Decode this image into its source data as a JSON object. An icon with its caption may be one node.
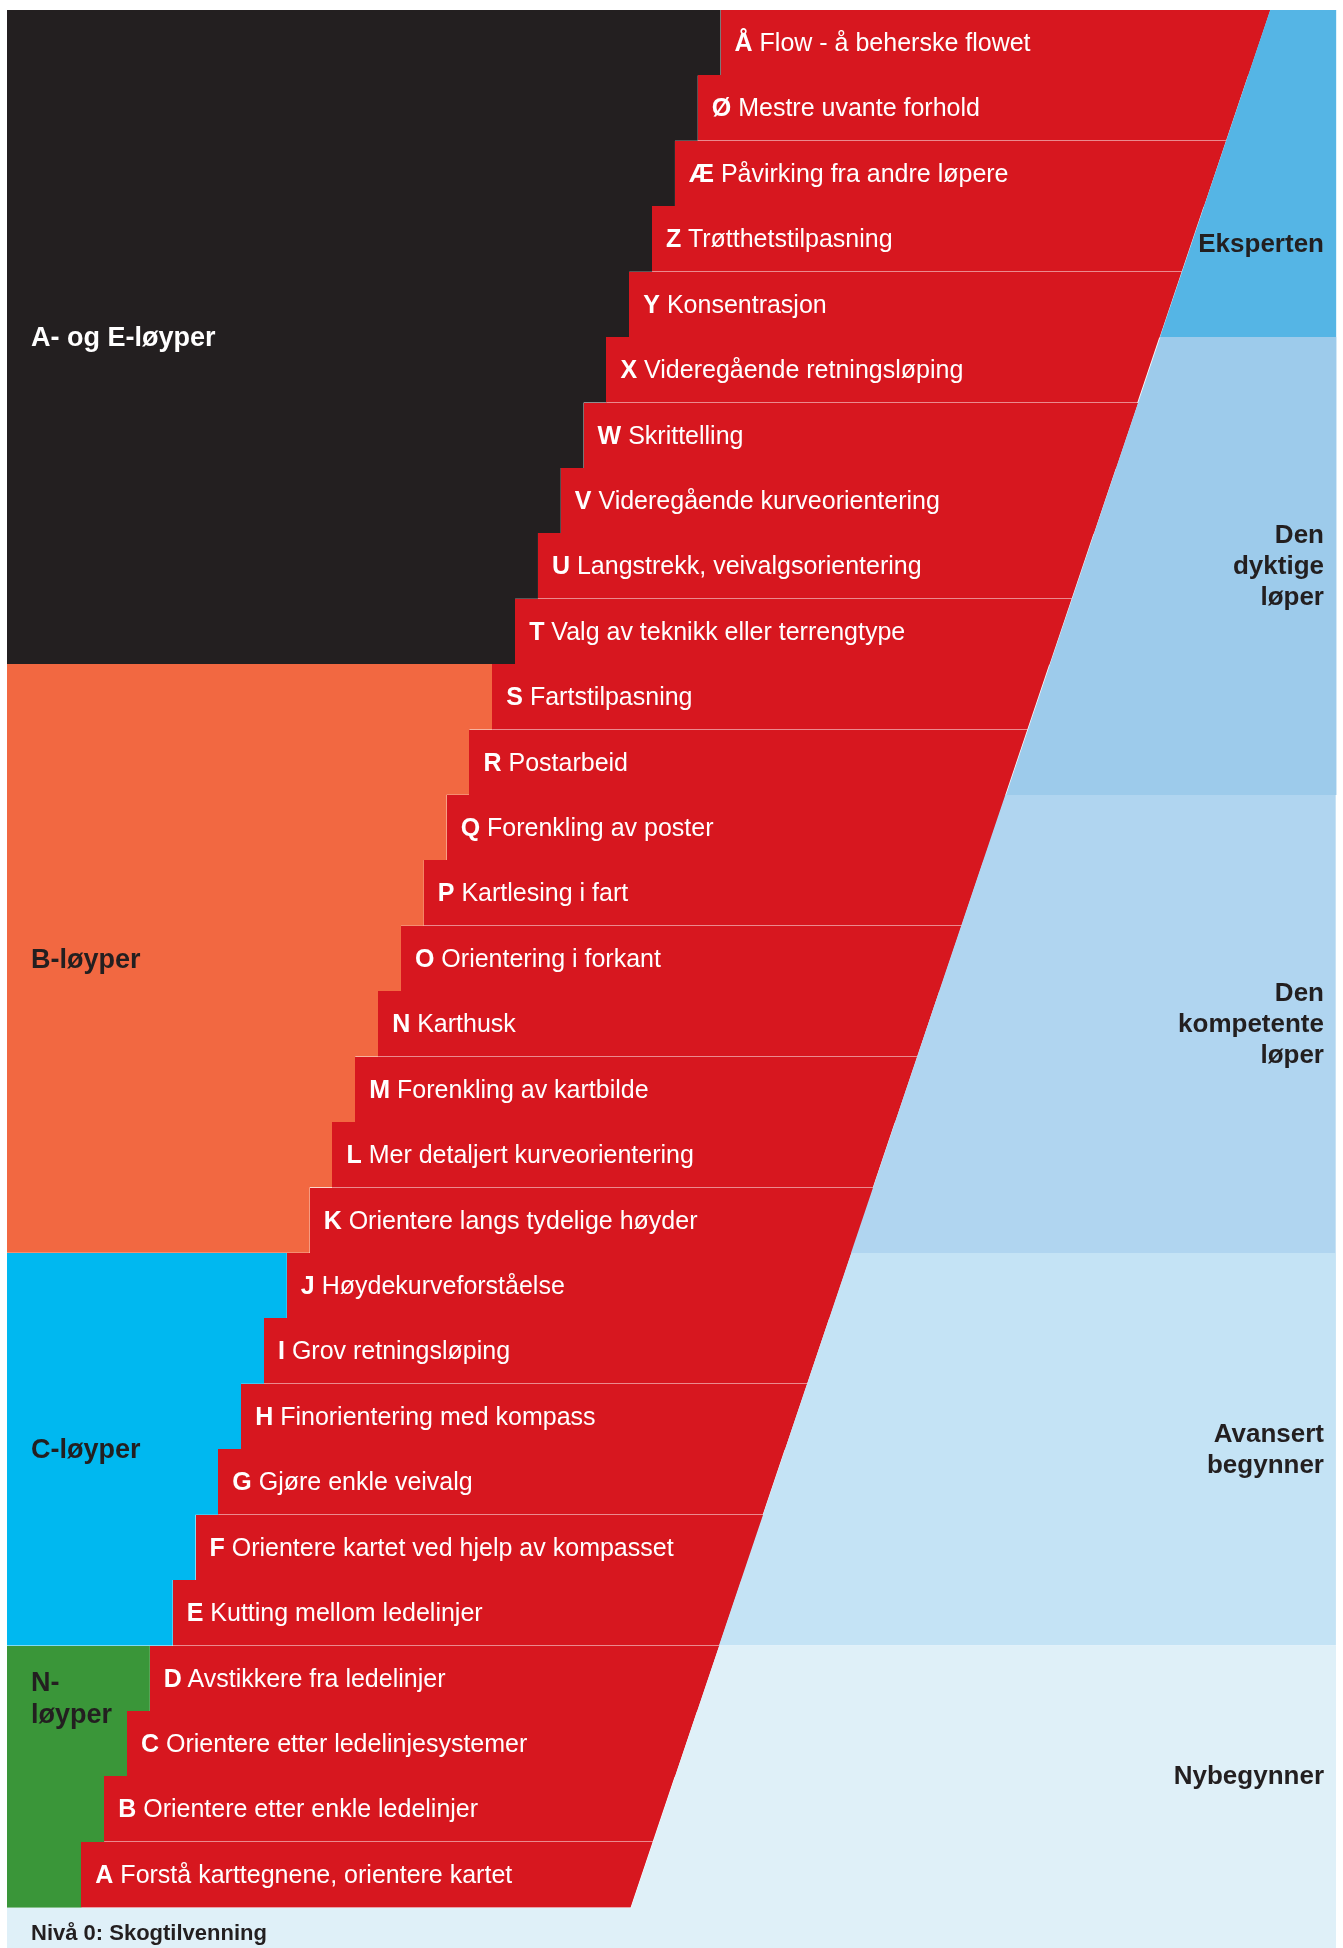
{
  "diagram": {
    "nodes": [
      {
        "text": [
          "A- og E-løyper"
        ]
      },
      {
        "text": [
          "B-løyper"
        ]
      },
      {
        "text": [
          "C-løyper"
        ]
      },
      {
        "text": [
          "N- løyper"
        ]
      },
      {
        "text": [
          "**Å** Flow - å beherske flowet"
        ]
      },
      {
        "text": [
          "**Ø** Mestre uvante forhold"
        ]
      },
      {
        "text": [
          "**Æ** Påvirking fra andre løpere"
        ]
      },
      {
        "text": [
          "**Z** Trøtthetstilpasning"
        ]
      },
      {
        "text": [
          "**Y** Konsentrasjon"
        ]
      },
      {
        "text": [
          "**X** Videregående retningsløping"
        ]
      },
      {
        "text": [
          "**W** Skrittelling"
        ]
      },
      {
        "text": [
          "**V** Videregående kurveorientering"
        ]
      },
      {
        "text": [
          "**U** Langstrekk, veivalgsorientering"
        ]
      },
      {
        "text": [
          "**T** Valg av teknikk eller terrengtype"
        ]
      },
      {
        "text": [
          "**S** Fartstilpasning"
        ]
      },
      {
        "text": [
          "**R** Postarbeid"
        ]
      },
      {
        "text": [
          "**Q** Forenkling av poster"
        ]
      },
      {
        "text": [
          "**P** Kartlesing i fart"
        ]
      },
      {
        "text": [
          "**O** Orientering i forkant"
        ]
      },
      {
        "text": [
          "**N** Karthusk"
        ]
      },
      {
        "text": [
          "**M** Forenkling av kartbilde"
        ]
      },
      {
        "text": [
          "**L** Mer detaljert kurveorientering"
        ]
      },
      {
        "text": [
          "**K** Orientere langs tydelige høyder"
        ]
      },
      {
        "text": [
          "**J** Høydekurveforståelse"
        ]
      },
      {
        "text": [
          "**I** Grov retningsløping"
        ]
      },
      {
        "text": [
          "**H** Finorientering med kompass"
        ]
      },
      {
        "text": [
          "**G** Gjøre enkle veivalg"
        ]
      },
      {
        "text": [
          "**F** Orientere kartet ved hjelp av kompasset"
        ]
      },
      {
        "text": [
          "**E** Kutting mellom ledelinjer"
        ]
      },
      {
        "text": [
          "**D**  Avstikkere fra ledelinjer"
        ]
      },
      {
        "text": [
          "**C** Orientere etter ledelinjesystemer"
        ]
      },
      {
        "text": [
          "**B** Orientere etter enkle ledelinjer"
        ]
      },
      {
        "text": [
          "**A** Forstå karttegnene, orientere kartet"
        ]
      },
      {
        "text": [
          "Eksperten"
        ]
      },
      {
        "text": [
          "Den dyktige løper"
        ]
      },
      {
        "text": [
          "Den kompetente løper"
        ]
      },
      {
        "text": [
          "Avansert begynner"
        ]
      },
      {
        "text": [
          "Nybegynner"
        ]
      }
    ],
    "labels": [
      "Nivå 0: Skogtilvenning"
    ]
  }
}
